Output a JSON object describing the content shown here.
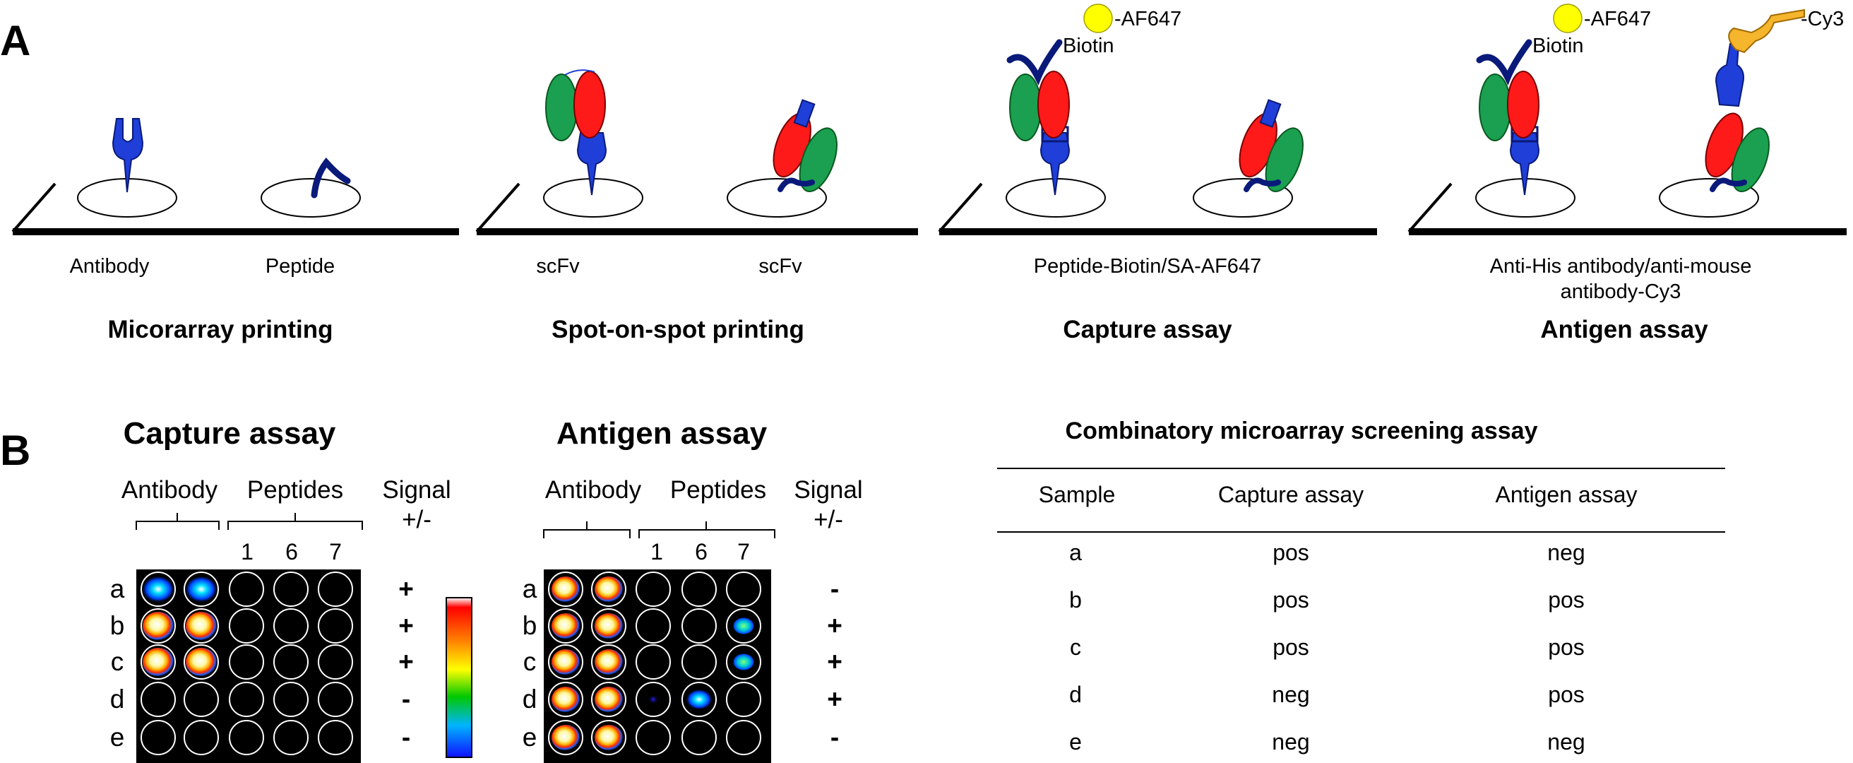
{
  "panel_a": {
    "letter": "A",
    "steps": [
      {
        "title": "Micorarray printing",
        "labels": [
          "Antibody",
          "Peptide"
        ]
      },
      {
        "title": "Spot-on-spot printing",
        "labels": [
          "scFv",
          "scFv"
        ]
      },
      {
        "title": "Capture assay",
        "labels": [
          "Peptide-Biotin/SA-AF647"
        ],
        "tags": [
          "-AF647",
          "Biotin"
        ]
      },
      {
        "title": "Antigen assay",
        "labels": [
          "Anti-His antibody/anti-mouse",
          "antibody-Cy3"
        ],
        "tags": [
          "-AF647",
          "Biotin",
          "-Cy3"
        ]
      }
    ]
  },
  "panel_b": {
    "letter": "B",
    "rows": [
      "a",
      "b",
      "c",
      "d",
      "e"
    ],
    "capture": {
      "title": "Capture assay",
      "antibody_label": "Antibody",
      "peptides_label": "Peptides",
      "signal_label": "Signal",
      "signal_sub": "+/-",
      "peptide_ids": [
        "1",
        "6",
        "7"
      ],
      "signals": [
        "+",
        "+",
        "+",
        "-",
        "-"
      ]
    },
    "antigen": {
      "title": "Antigen assay",
      "antibody_label": "Antibody",
      "peptides_label": "Peptides",
      "signal_label": "Signal",
      "signal_sub": "+/-",
      "peptide_ids": [
        "1",
        "6",
        "7"
      ],
      "signals": [
        "-",
        "+",
        "+",
        "+",
        "-"
      ]
    },
    "colors": {
      "blue_protein": "#1f3fd8",
      "red_chain": "#ff1a1a",
      "green_chain": "#1aa050",
      "af647": "#ffff00",
      "cy3": "#f5b52c"
    },
    "table": {
      "title": "Combinatory microarray screening assay",
      "headers": [
        "Sample",
        "Capture assay",
        "Antigen assay"
      ],
      "rows": [
        [
          "a",
          "pos",
          "neg"
        ],
        [
          "b",
          "pos",
          "pos"
        ],
        [
          "c",
          "pos",
          "pos"
        ],
        [
          "d",
          "neg",
          "pos"
        ],
        [
          "e",
          "neg",
          "neg"
        ]
      ]
    }
  }
}
